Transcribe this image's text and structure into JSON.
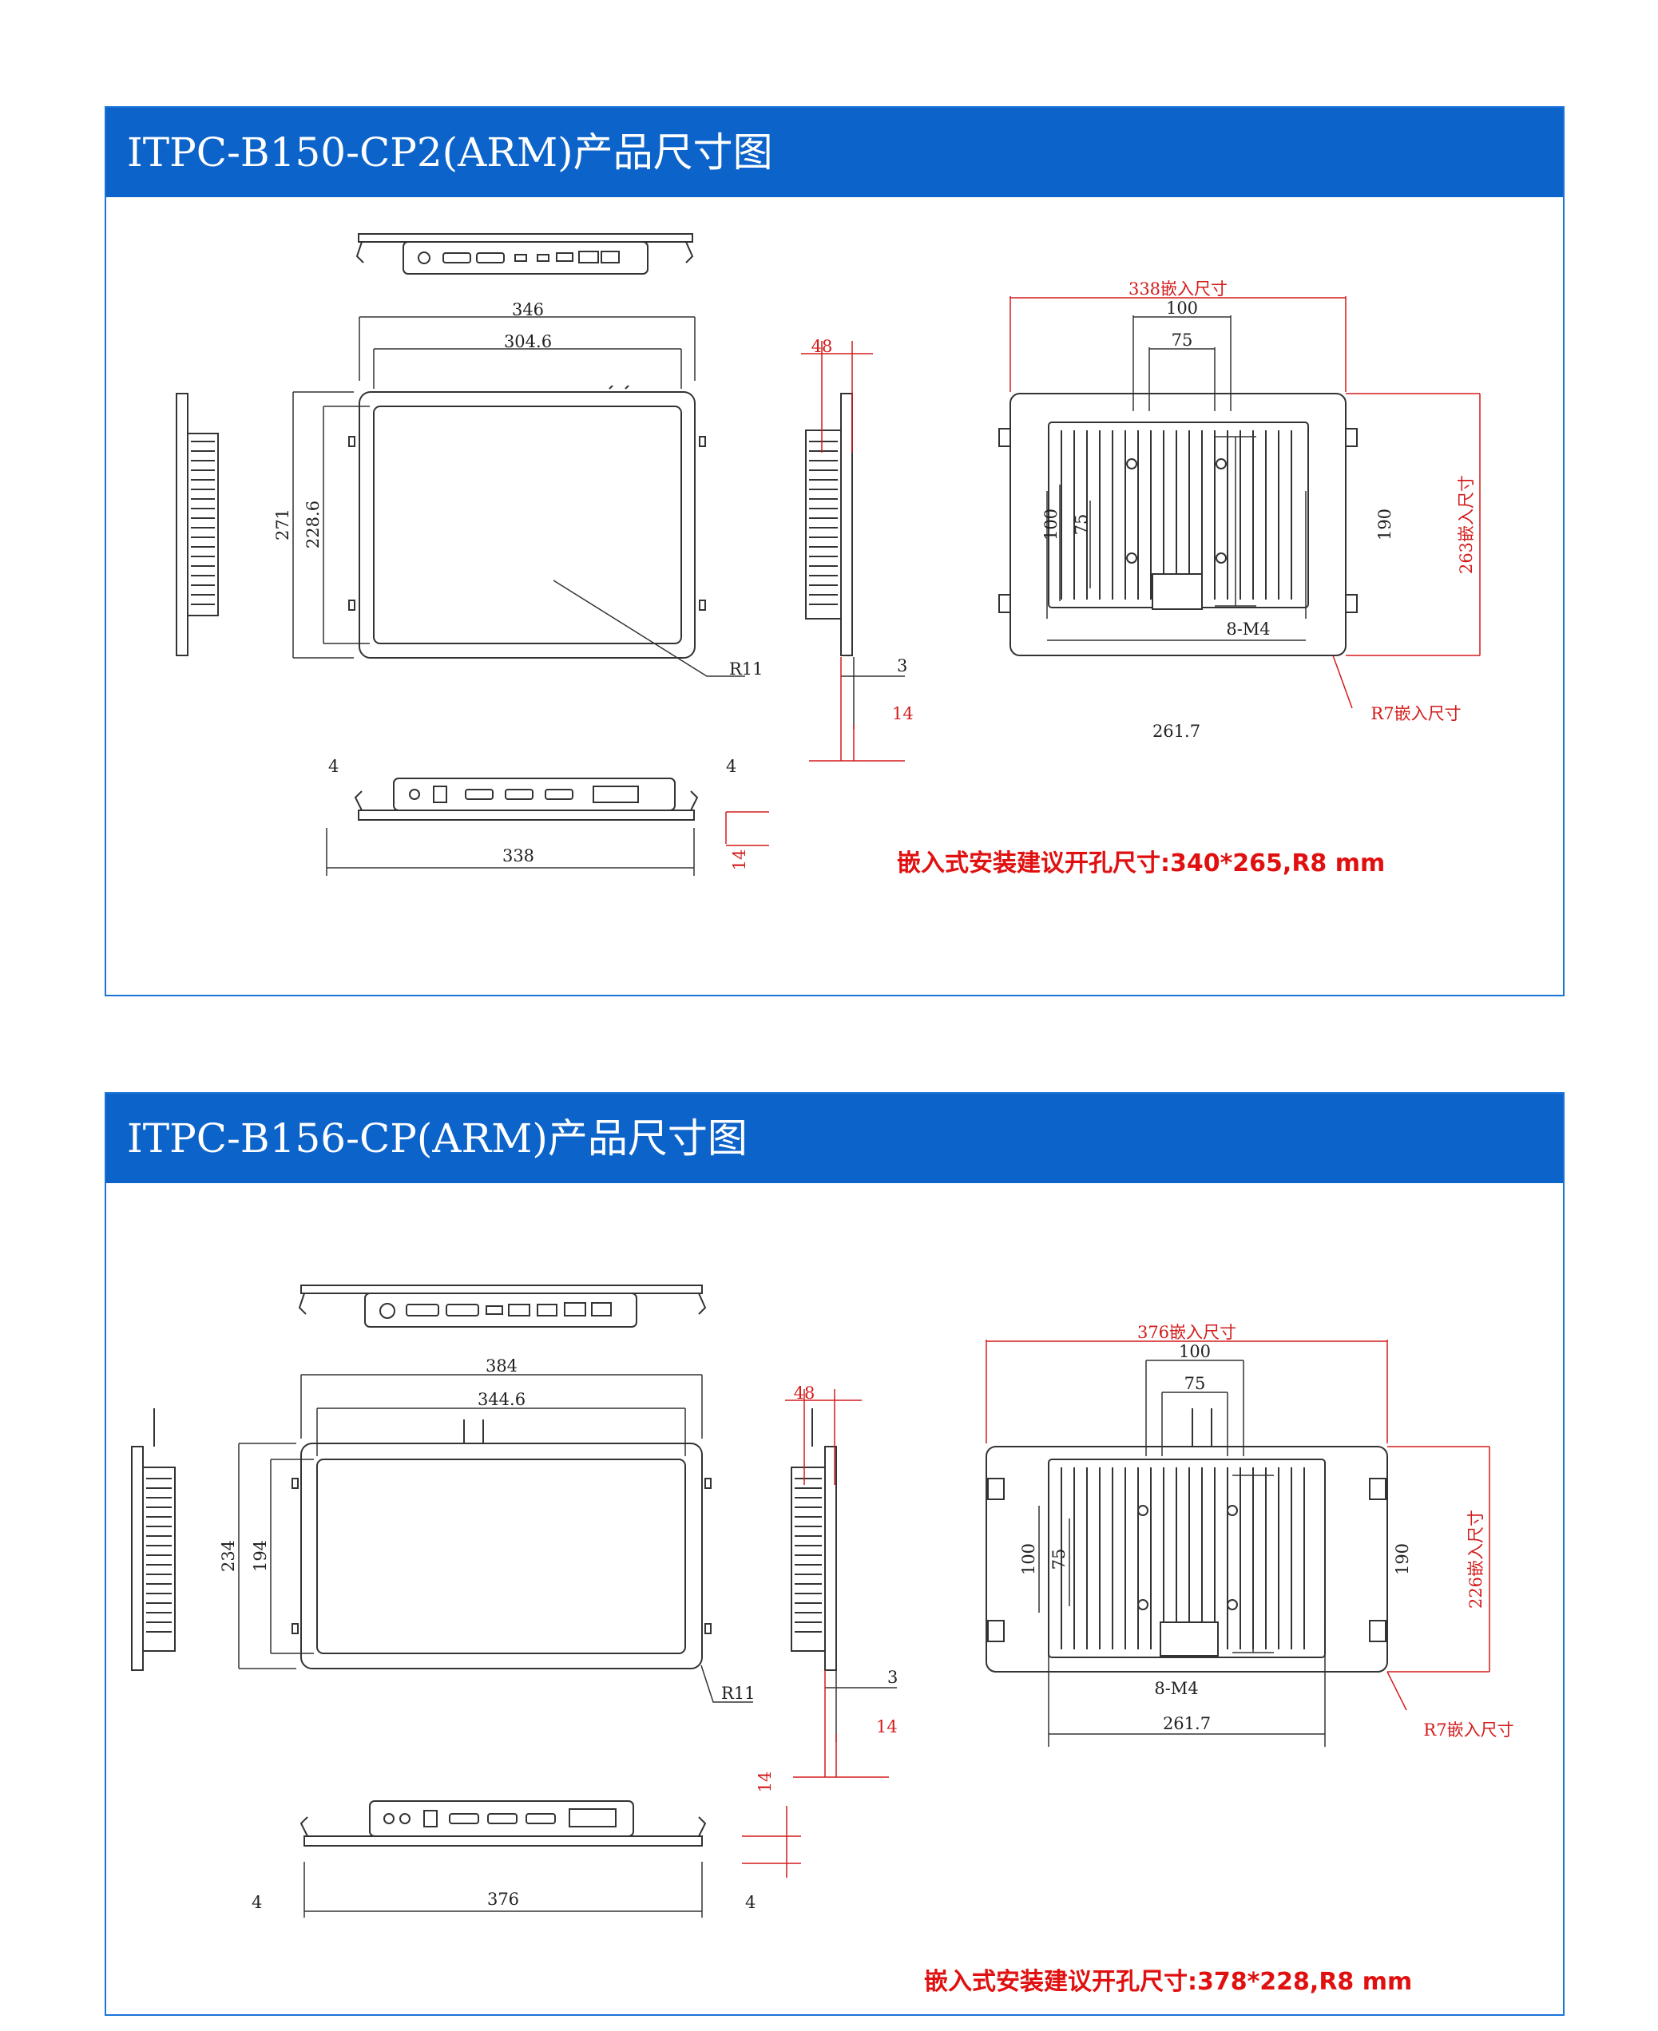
{
  "sections": [
    {
      "title": "ITPC-B150-CP2(ARM)产品尺寸图",
      "dims": {
        "outer_w": "346",
        "screen_w": "304.6",
        "outer_h": "271",
        "screen_h": "228.6",
        "radius": "R11",
        "depth": "48",
        "bezel": "3",
        "thick": "14",
        "cut_w": "338嵌入尺寸",
        "vesa_big": "100",
        "vesa_small": "75",
        "cut_h": "263嵌入尺寸",
        "hole_h": "190",
        "screw": "8-M4",
        "cut_r": "R7嵌入尺寸",
        "sink_w": "261.7",
        "side_l": "4",
        "side_r": "4",
        "base_w": "338",
        "base_t": "14",
        "vesa_v_big": "100",
        "vesa_v_small": "75"
      },
      "note": "嵌入式安装建议开孔尺寸:340*265,R8 mm"
    },
    {
      "title": "ITPC-B156-CP(ARM)产品尺寸图",
      "dims": {
        "outer_w": "384",
        "screen_w": "344.6",
        "outer_h": "234",
        "screen_h": "194",
        "radius": "R11",
        "depth": "48",
        "bezel": "3",
        "thick": "14",
        "cut_w": "376嵌入尺寸",
        "vesa_big": "100",
        "vesa_small": "75",
        "cut_h": "226嵌入尺寸",
        "hole_h": "190",
        "screw": "8-M4",
        "cut_r": "R7嵌入尺寸",
        "sink_w": "261.7",
        "side_l": "4",
        "side_r": "4",
        "base_w": "376",
        "base_t": "14",
        "vesa_v_big": "100",
        "vesa_v_small": "75"
      },
      "note": "嵌入式安装建议开孔尺寸:378*228,R8 mm"
    }
  ]
}
